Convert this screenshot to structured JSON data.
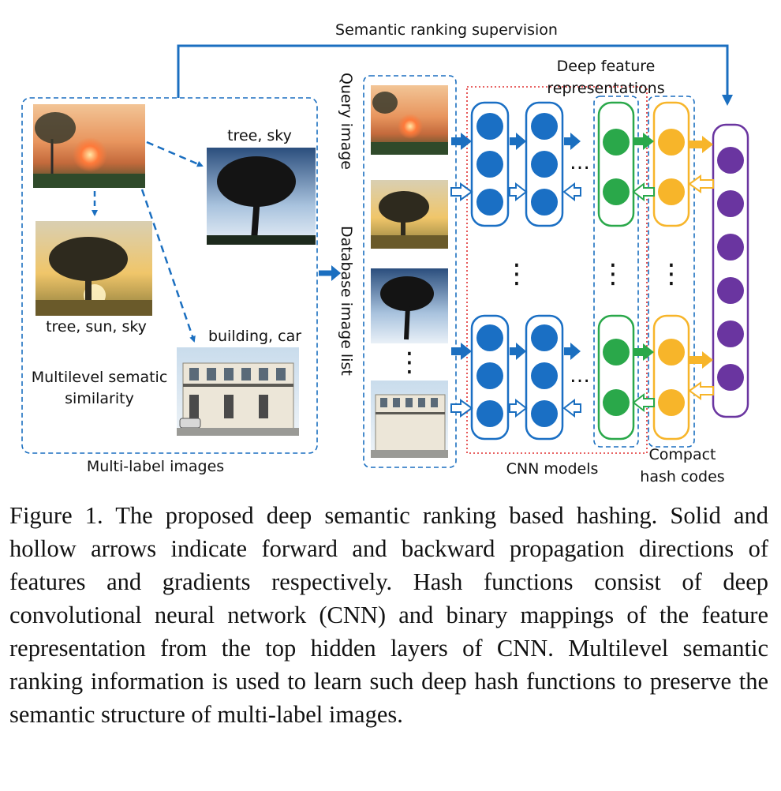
{
  "figure": {
    "supervision_label": "Semantic ranking supervision",
    "deep_feature_label_1": "Deep feature",
    "deep_feature_label_2": "representations",
    "query_label": "Query image",
    "database_label": "Database image list",
    "cnn_label": "CNN models",
    "compact_label_1": "Compact",
    "compact_label_2": "hash codes",
    "multi_label_images": "Multi-label images",
    "similarity_label_1": "Multilevel sematic",
    "similarity_label_2": "similarity",
    "tag_tree_sky": "tree, sky",
    "tag_tree_sun_sky": "tree, sun, sky",
    "tag_building_car": "building, car",
    "ellipsis": "…",
    "vdots": "⋮",
    "colors": {
      "arrow_blue": "#1b6fc0",
      "cnn_blue": "#1a6fc4",
      "feature_green": "#2aa84a",
      "hash_yellow": "#f7b52a",
      "output_purple": "#6a35a0",
      "cnn_box_red": "#e03030"
    }
  },
  "caption": "Figure 1. The proposed deep semantic ranking based hashing. Solid and hollow arrows indicate forward and backward propagation directions of features and gradients respectively. Hash functions consist of deep convolutional neural network (CNN) and binary mappings of the feature representation from the top hidden layers of CNN. Multilevel semantic ranking information is used to learn such deep hash functions to preserve the semantic structure of multi-label images."
}
